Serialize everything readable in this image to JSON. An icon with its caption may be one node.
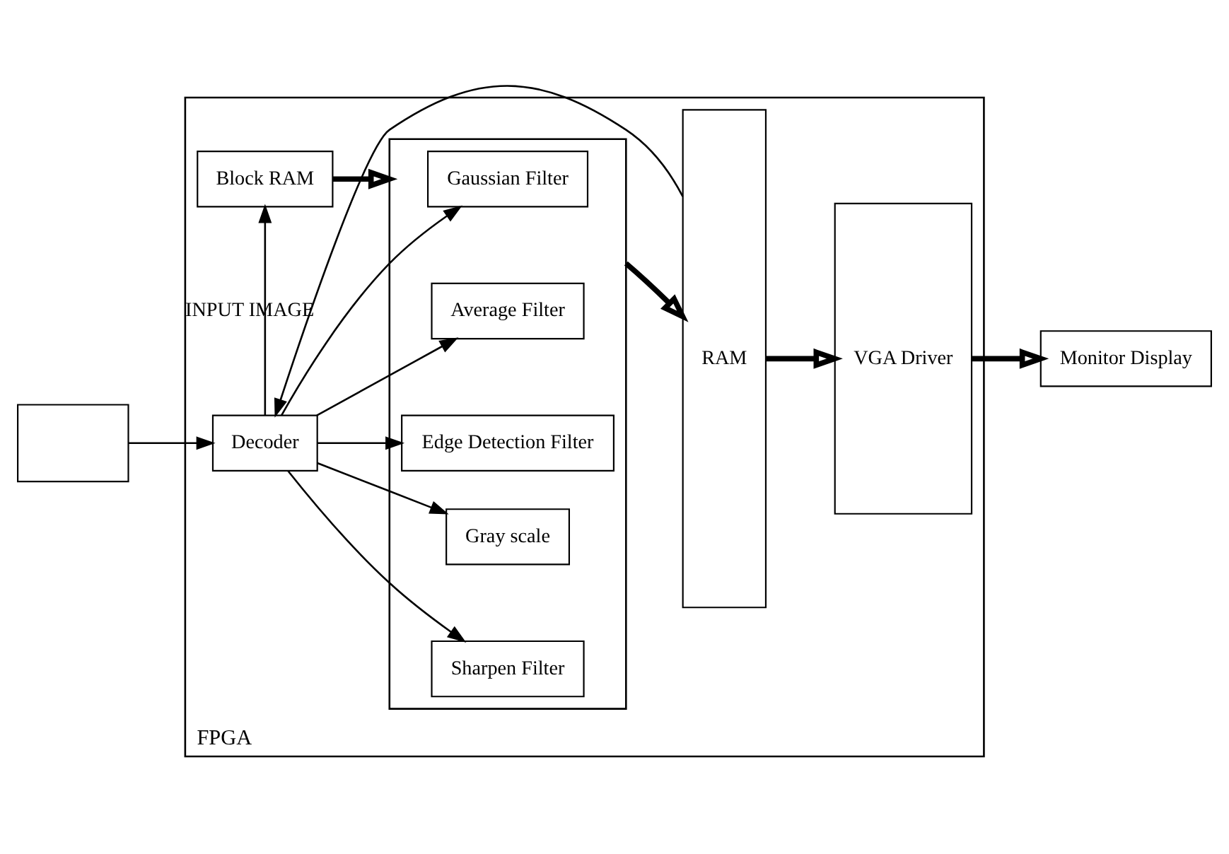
{
  "diagram": {
    "nodes": [
      {
        "text": [
          "FPGA"
        ]
      },
      {
        "text": [],
        "shape": "box"
      },
      {
        "text": [
          "Block RAM"
        ],
        "in": 0
      },
      {
        "text": [
          "Decoder"
        ],
        "in": 0
      },
      {
        "text": [],
        "shape": "box",
        "in": 0
      },
      {
        "text": [
          "Edge Detection Filter"
        ],
        "in": 4
      },
      {
        "text": [
          "Average Filter"
        ],
        "in": 4
      },
      {
        "text": [
          "Gaussian Filter"
        ],
        "in": 4
      },
      {
        "text": [
          "Sharpen Filter"
        ],
        "in": 4
      },
      {
        "text": [
          "Gray scale"
        ],
        "in": 4
      },
      {
        "text": [
          "RAM"
        ],
        "in": 0
      },
      {
        "text": [
          "VGA Driver"
        ],
        "in": 0
      },
      {
        "text": [
          "Monitor Display"
        ]
      }
    ],
    "edges": [
      {
        "from": 1,
        "to": 3,
        "arrow": "to"
      },
      {
        "from": 3,
        "to": 2,
        "arrow": "to",
        "label": "INPUT IMAGE"
      },
      {
        "from": 2,
        "to": 4,
        "arrow": "to",
        "style": "thick"
      },
      {
        "from": 3,
        "to": 5,
        "arrow": "to"
      },
      {
        "from": 3,
        "to": 6,
        "arrow": "to"
      },
      {
        "from": 3,
        "to": 7,
        "arrow": "to"
      },
      {
        "from": 3,
        "to": 8,
        "arrow": "to"
      },
      {
        "from": 3,
        "to": 9,
        "arrow": "to"
      },
      {
        "from": 4,
        "to": 10,
        "arrow": "to",
        "style": "thick"
      },
      {
        "from": 10,
        "to": 11,
        "arrow": "to",
        "style": "thick"
      },
      {
        "from": 11,
        "to": 12,
        "arrow": "to",
        "style": "thick"
      },
      {
        "from": 10,
        "to": 3,
        "arrow": "to"
      }
    ]
  }
}
